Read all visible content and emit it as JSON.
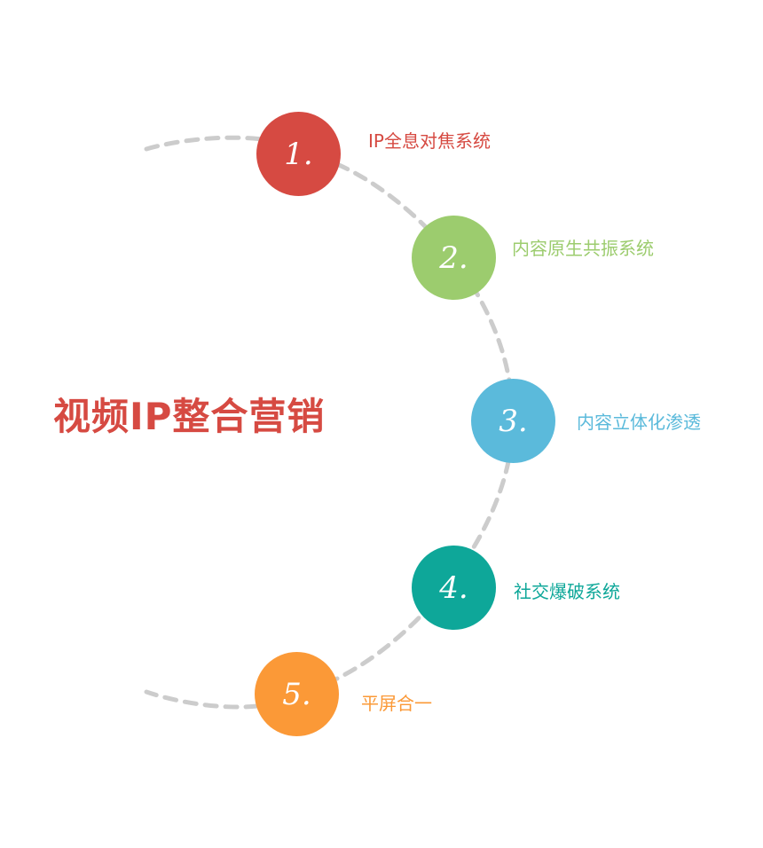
{
  "title": "视频IP整合营销",
  "colors": {
    "title": "#d64a42",
    "path": "#cccccc"
  },
  "steps": [
    {
      "number": "1.",
      "label": "IP全息对焦系统",
      "color": "#d64a42"
    },
    {
      "number": "2.",
      "label": "内容原生共振系统",
      "color": "#9ccc6e"
    },
    {
      "number": "3.",
      "label": "内容立体化渗透",
      "color": "#5bbadb"
    },
    {
      "number": "4.",
      "label": "社交爆破系统",
      "color": "#0ea799"
    },
    {
      "number": "5.",
      "label": "平屏合一",
      "color": "#fb9937"
    }
  ]
}
